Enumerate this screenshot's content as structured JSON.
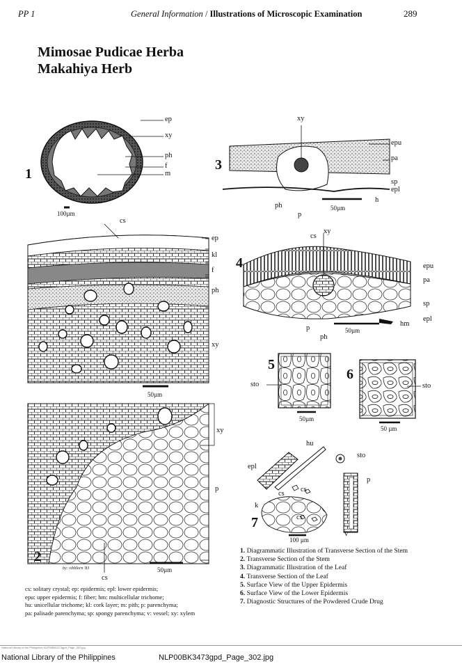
{
  "header": {
    "left": "PP 1",
    "section_italic": "General Information",
    "section_sep": " / ",
    "section_bold": "Illustrations of Microscopic Examination",
    "page_number": "289"
  },
  "title": {
    "line1": "Mimosae Pudicae Herba",
    "line2": "Makahiya Herb"
  },
  "figures": {
    "fig1": {
      "number": "1",
      "labels": [
        "ep",
        "xy",
        "ph",
        "f",
        "m"
      ],
      "scale": "100µm"
    },
    "fig2": {
      "number": "2",
      "labels": [
        "cs",
        "ep",
        "kl",
        "f",
        "ph",
        "xy",
        "xy",
        "p",
        "cs"
      ],
      "scale_top": "50µm",
      "scale_bottom": "50µm",
      "signature": "by: vibhlorn '83"
    },
    "fig3": {
      "number": "3",
      "labels": [
        "xy",
        "epu",
        "pa",
        "sp",
        "epl",
        "ph",
        "p",
        "h"
      ],
      "scale": "50µm"
    },
    "fig4": {
      "number": "4",
      "labels": [
        "cs",
        "xy",
        "epu",
        "pa",
        "sp",
        "epl",
        "hm",
        "p",
        "ph"
      ],
      "scale": "50µm"
    },
    "fig5": {
      "number": "5",
      "labels": [
        "sto"
      ],
      "scale": "50µm"
    },
    "fig6": {
      "number": "6",
      "labels": [
        "sto"
      ],
      "scale": "50 µm"
    },
    "fig7": {
      "number": "7",
      "labels": [
        "hu",
        "sto",
        "epl",
        "p",
        "cs",
        "cs",
        "k",
        "cs",
        "v"
      ],
      "scale": "100 µm"
    }
  },
  "captions": [
    {
      "num": "1.",
      "text": "Diagrammatic Illustration of Transverse Section of the Stem"
    },
    {
      "num": "2.",
      "text": "Transverse Section of the Stem"
    },
    {
      "num": "3.",
      "text": "Diagrammatic Illustration of the Leaf"
    },
    {
      "num": "4.",
      "text": "Transverse Section of the Leaf"
    },
    {
      "num": "5.",
      "text": "Surface View of the Upper Epidermis"
    },
    {
      "num": "6.",
      "text": "Surface View of the Lower Epidermis"
    },
    {
      "num": "7.",
      "text": "Diagnostic Structures of the Powdered Crude Drug"
    }
  ],
  "legend": [
    "cs: solitary crystal; ep: epidermis; epl: lower epidermis;",
    "epu: upper epidermis; f: fiber; hm: multicellular trichome;",
    "hu: unicellular trichome; kl: cork layer; m: pith; p: parenchyma;",
    "pa: palisade parenchyma; sp: spongy parenchyma; v: vessel; xy: xylem"
  ],
  "footer": {
    "small_note": "National Library of the Philippines   NLP00BK3473gpd_Page_302.jpg",
    "library": "National Library of the Philippines",
    "file": "NLP00BK3473gpd_Page_302.jpg"
  }
}
